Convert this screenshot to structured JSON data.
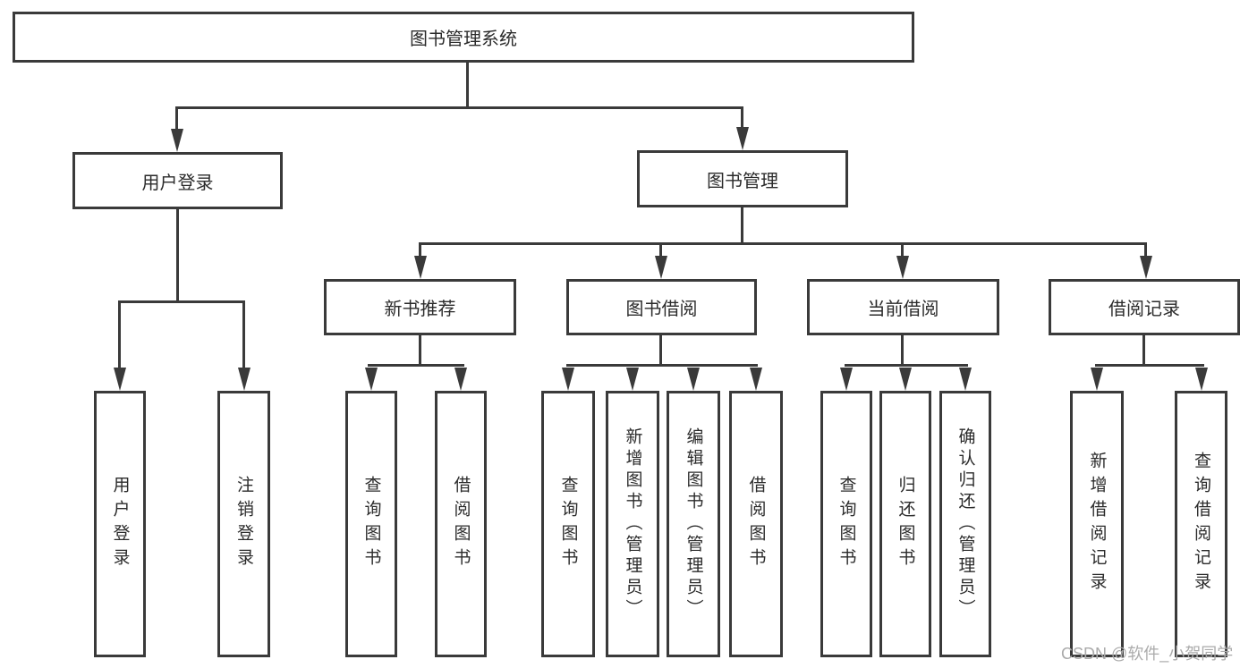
{
  "tree": {
    "label": "图书管理系统",
    "children": [
      {
        "label": "用户登录",
        "children": [
          {
            "label": "用户登录"
          },
          {
            "label": "注销登录"
          }
        ]
      },
      {
        "label": "图书管理",
        "children": [
          {
            "label": "新书推荐",
            "children": [
              {
                "label": "查询图书"
              },
              {
                "label": "借阅图书"
              }
            ]
          },
          {
            "label": "图书借阅",
            "children": [
              {
                "label": "查询图书"
              },
              {
                "label": "新增图书（管理员）"
              },
              {
                "label": "编辑图书（管理员）"
              },
              {
                "label": "借阅图书"
              }
            ]
          },
          {
            "label": "当前借阅",
            "children": [
              {
                "label": "查询图书"
              },
              {
                "label": "归还图书"
              },
              {
                "label": "确认归还（管理员）"
              }
            ]
          },
          {
            "label": "借阅记录",
            "children": [
              {
                "label": "新增借阅记录"
              },
              {
                "label": "查询借阅记录"
              }
            ]
          }
        ]
      }
    ]
  },
  "watermark": {
    "text": "CSDN @软件_小贺同学"
  },
  "colors": {
    "line": "#3a3a3a",
    "text": "#2b2b2b",
    "watermark": "#ababab",
    "background": "#ffffff"
  }
}
